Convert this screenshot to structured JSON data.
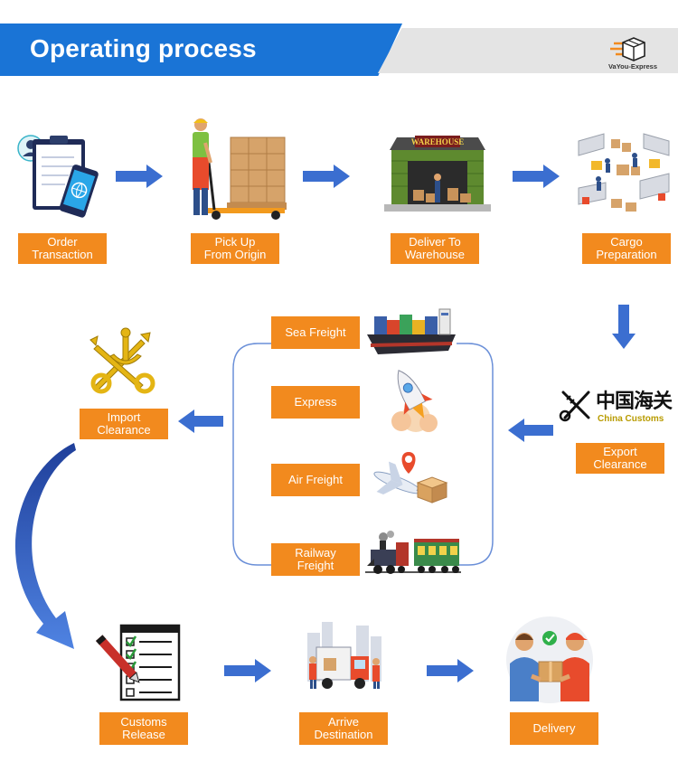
{
  "header": {
    "title": "Operating process",
    "brand": "VaYou-Express"
  },
  "colors": {
    "header_blue": "#1a74d6",
    "label_orange": "#f28a1e",
    "arrow_blue": "#3b6ed0",
    "frame_blue": "#6a8fd8"
  },
  "steps": {
    "order_transaction": "Order\nTransaction",
    "pick_up": "Pick Up\nFrom Origin",
    "deliver_warehouse": "Deliver To\nWarehouse",
    "cargo_preparation": "Cargo\nPreparation",
    "export_clearance": "Export\nClearance",
    "import_clearance": "Import\nClearance",
    "customs_release": "Customs\nRelease",
    "arrive_destination": "Arrive\nDestination",
    "delivery": "Delivery"
  },
  "transport": {
    "sea_freight": "Sea Freight",
    "express": "Express",
    "air_freight": "Air Freight",
    "railway_freight": "Railway\nFreight"
  },
  "china_customs": {
    "chinese": "中国海关",
    "english": "China Customs"
  },
  "warehouse_sign": "WAREHOUSE"
}
